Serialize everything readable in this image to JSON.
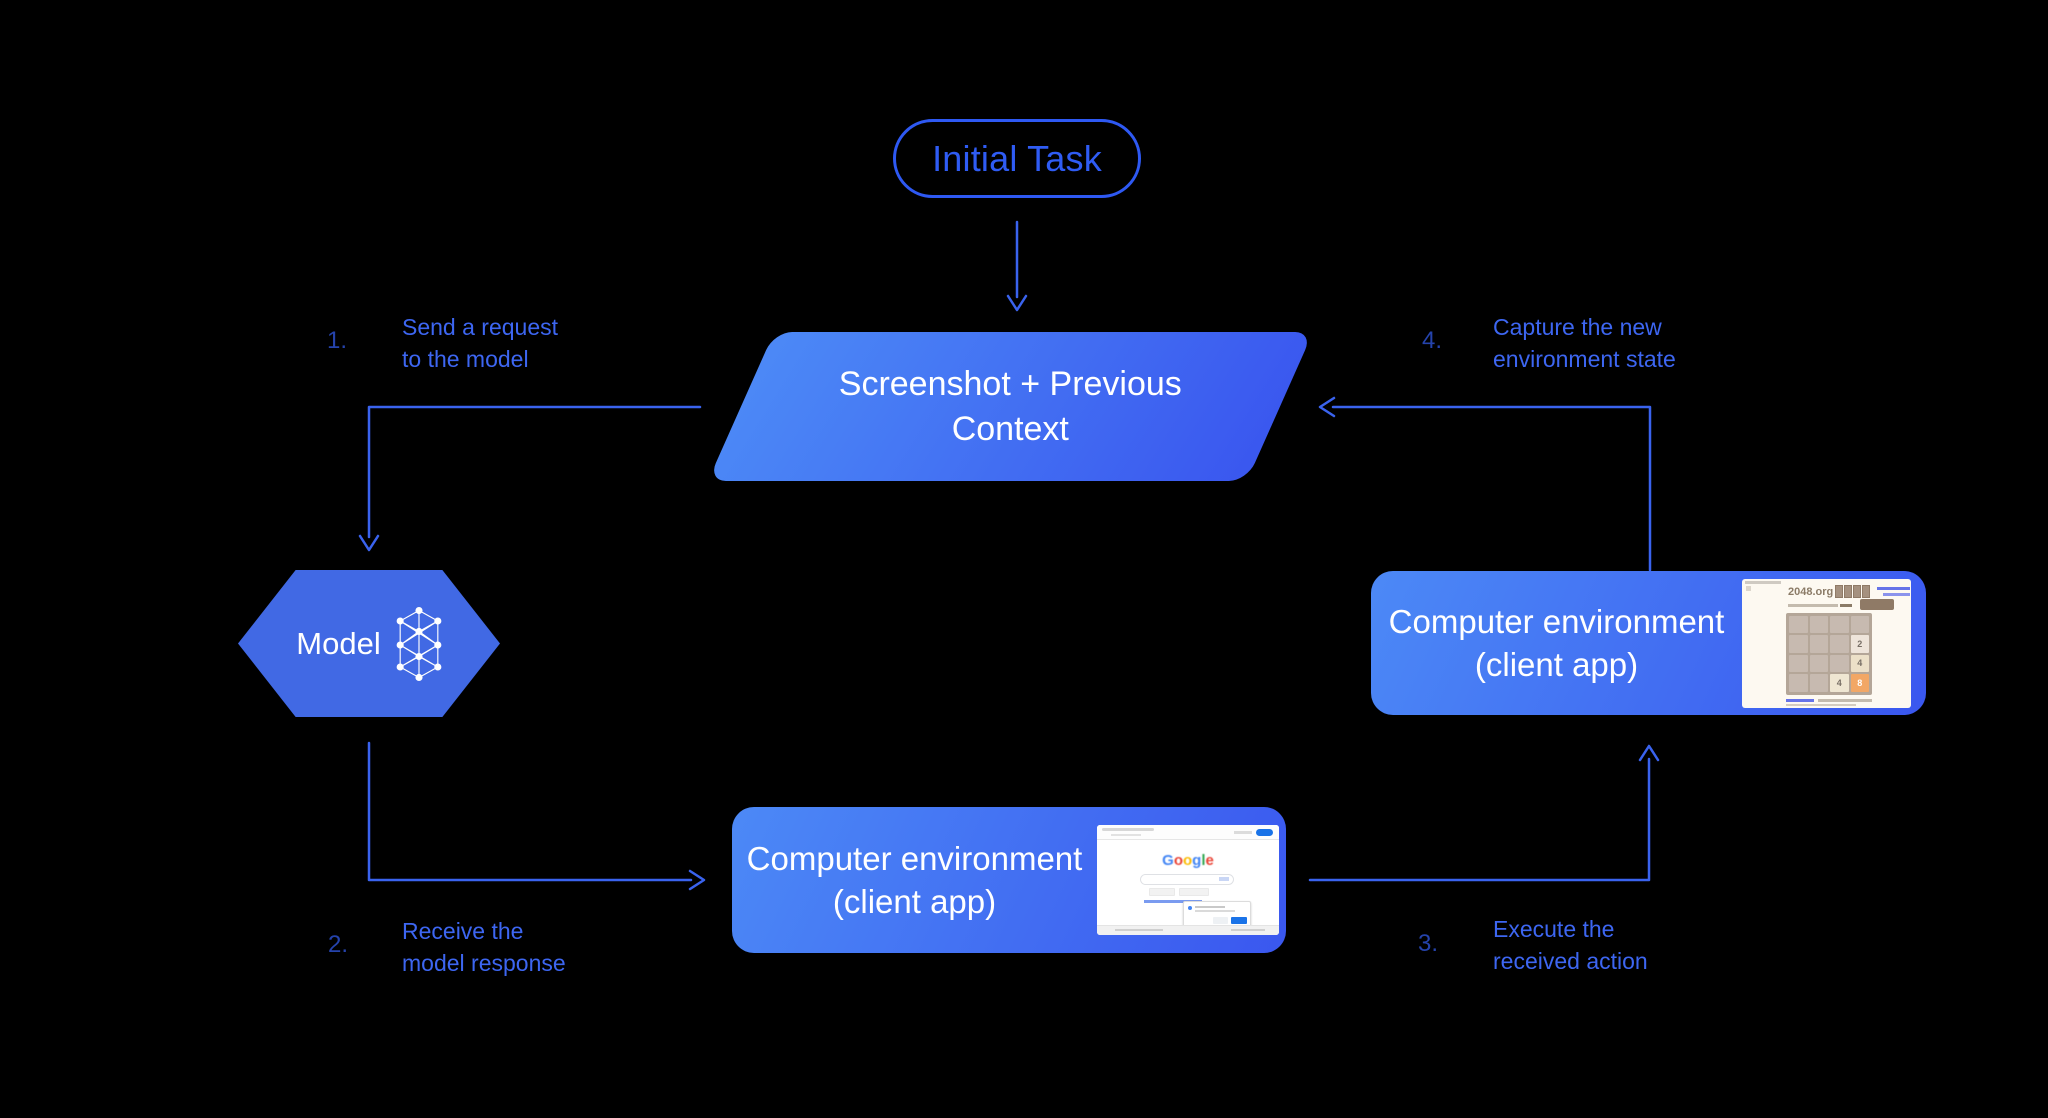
{
  "pill": {
    "label": "Initial Task"
  },
  "parallelogram": {
    "line1": "Screenshot + Previous",
    "line2": "Context"
  },
  "model": {
    "label": "Model"
  },
  "boxes": {
    "bottom": {
      "line1": "Computer environment",
      "line2": "(client app)"
    },
    "right": {
      "line1": "Computer environment",
      "line2": "(client app)"
    }
  },
  "steps": [
    {
      "num": "1.",
      "line1": "Send a request",
      "line2": "to the model"
    },
    {
      "num": "2.",
      "line1": "Receive the",
      "line2": "model response"
    },
    {
      "num": "3.",
      "line1": "Execute the",
      "line2": "received action"
    },
    {
      "num": "4.",
      "line1": "Capture the new",
      "line2": "environment state"
    }
  ],
  "mini_google": {
    "logo_letters": [
      "G",
      "o",
      "o",
      "g",
      "l",
      "e"
    ]
  },
  "mini_2048": {
    "site": "2048.org",
    "tiles": [
      "2",
      "4",
      "4",
      "8"
    ]
  },
  "colors": {
    "background": "#000000",
    "accent_line": "#3A63EE",
    "pill_blue": "#2E59F3",
    "step_text": "#3D66F1",
    "step_number": "#2543AC",
    "hexagon": "#4169E4",
    "gradient_light": "#4C89F6",
    "gradient_dark": "#3A57EF"
  }
}
